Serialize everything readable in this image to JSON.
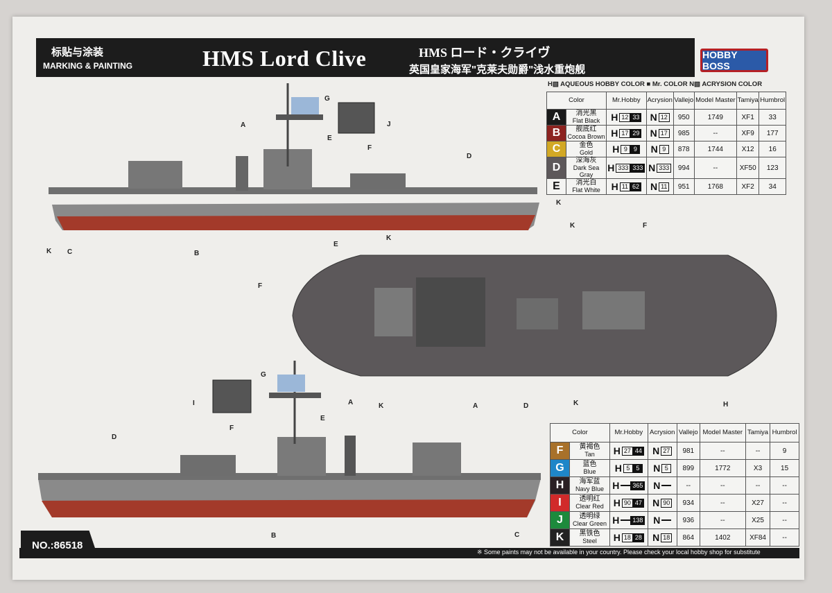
{
  "header": {
    "section_zh": "标贴与涂装",
    "section_en": "MARKING & PAINTING",
    "title": "HMS Lord Clive",
    "title_jp": "HMS ロード・クライヴ",
    "title_cn": "英国皇家海军\"克莱夫勋爵\"浅水重炮舰",
    "logo": "HOBBY BOSS"
  },
  "legend": "H▧ AQUEOUS HOBBY COLOR  ■ Mr. COLOR  N▧ ACRYSION COLOR",
  "columns": [
    "Color",
    "Mr.Hobby",
    "Acrysion",
    "Vallejo",
    "Model Master",
    "Tamiya",
    "Humbrol"
  ],
  "colors_1": [
    {
      "letter": "A",
      "zh": "消光黑",
      "en": "Flat Black",
      "hex": "#1a1a1a",
      "h1": "12",
      "h2": "33",
      "n": "12",
      "vallejo": "950",
      "mm": "1749",
      "tamiya": "XF1",
      "humbrol": "33"
    },
    {
      "letter": "B",
      "zh": "舰底红",
      "en": "Cocoa Brown",
      "hex": "#8c2320",
      "h1": "17",
      "h2": "29",
      "n": "17",
      "vallejo": "985",
      "mm": "--",
      "tamiya": "XF9",
      "humbrol": "177"
    },
    {
      "letter": "C",
      "zh": "金色",
      "en": "Gold",
      "hex": "#d2a825",
      "h1": "9",
      "h2": "9",
      "n": "9",
      "vallejo": "878",
      "mm": "1744",
      "tamiya": "X12",
      "humbrol": "16"
    },
    {
      "letter": "D",
      "zh": "深海灰",
      "en": "Dark Sea Gray",
      "hex": "#5d585a",
      "h1": "333",
      "h2": "333",
      "n": "333",
      "vallejo": "994",
      "mm": "--",
      "tamiya": "XF50",
      "humbrol": "123"
    },
    {
      "letter": "E",
      "zh": "消光白",
      "en": "Flat White",
      "hex": "#f4f4f2",
      "h1": "11",
      "h2": "62",
      "n": "11",
      "vallejo": "951",
      "mm": "1768",
      "tamiya": "XF2",
      "humbrol": "34"
    }
  ],
  "colors_2": [
    {
      "letter": "F",
      "zh": "黄褐色",
      "en": "Tan",
      "hex": "#a8712a",
      "h1": "27",
      "h2": "44",
      "n": "27",
      "vallejo": "981",
      "mm": "--",
      "tamiya": "--",
      "humbrol": "9"
    },
    {
      "letter": "G",
      "zh": "蓝色",
      "en": "Blue",
      "hex": "#1f86c8",
      "h1": "5",
      "h2": "5",
      "n": "5",
      "vallejo": "899",
      "mm": "1772",
      "tamiya": "X3",
      "humbrol": "15"
    },
    {
      "letter": "H",
      "zh": "海军蓝",
      "en": "Navy Blue",
      "hex": "#2a2024",
      "h1": "",
      "h2": "365",
      "n": "",
      "vallejo": "--",
      "mm": "--",
      "tamiya": "--",
      "humbrol": "--"
    },
    {
      "letter": "I",
      "zh": "透明红",
      "en": "Clear Red",
      "hex": "#d12a2a",
      "h1": "90",
      "h2": "47",
      "n": "90",
      "vallejo": "934",
      "mm": "--",
      "tamiya": "X27",
      "humbrol": "--"
    },
    {
      "letter": "J",
      "zh": "透明绿",
      "en": "Clear Green",
      "hex": "#1d8a3c",
      "h1": "",
      "h2": "138",
      "n": "",
      "vallejo": "936",
      "mm": "--",
      "tamiya": "X25",
      "humbrol": "--"
    },
    {
      "letter": "K",
      "zh": "黑铁色",
      "en": "Steel",
      "hex": "#222222",
      "h1": "18",
      "h2": "28",
      "n": "18",
      "vallejo": "864",
      "mm": "1402",
      "tamiya": "XF84",
      "humbrol": "--"
    }
  ],
  "callouts": {
    "top": [
      "G",
      "E",
      "J",
      "A",
      "F",
      "D",
      "K",
      "K",
      "C",
      "B"
    ],
    "plan": [
      "E",
      "K",
      "K",
      "F",
      "F",
      "K",
      "A",
      "D",
      "K",
      "H"
    ],
    "bottom": [
      "G",
      "I",
      "E",
      "A",
      "F",
      "D",
      "B",
      "C"
    ]
  },
  "footer": {
    "number": "NO.:86518",
    "note": "※ Some paints may not be available in your country. Please check your local hobby shop for substitute"
  }
}
